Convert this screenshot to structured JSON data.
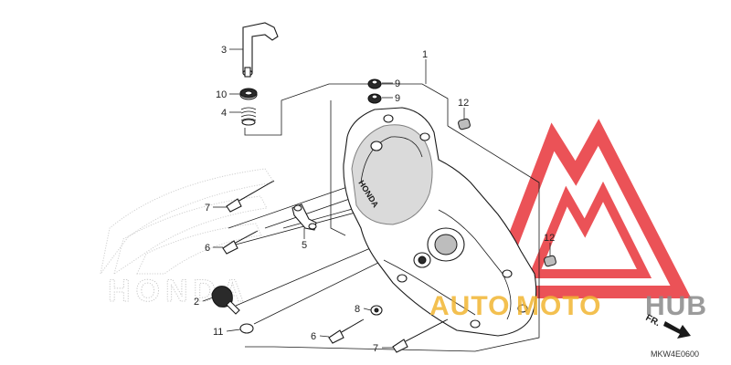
{
  "callouts": {
    "c1": "1",
    "c2": "2",
    "c3": "3",
    "c4": "4",
    "c5": "5",
    "c6a": "6",
    "c6b": "6",
    "c7a": "7",
    "c7b": "7",
    "c8": "8",
    "c9a": "9",
    "c9b": "9",
    "c10": "10",
    "c11": "11",
    "c12a": "12",
    "c12b": "12"
  },
  "cover_logo": "HONDA",
  "background_logo": "HONDA",
  "watermark": {
    "word1": "AUTO",
    "word2": "MOTO",
    "word3": "HUB",
    "color_red": "#e8343a",
    "color_gold": "#f2b632",
    "color_gray": "#8a8a8a"
  },
  "direction_label": "FR.",
  "figure_code": "MKW4E0600"
}
